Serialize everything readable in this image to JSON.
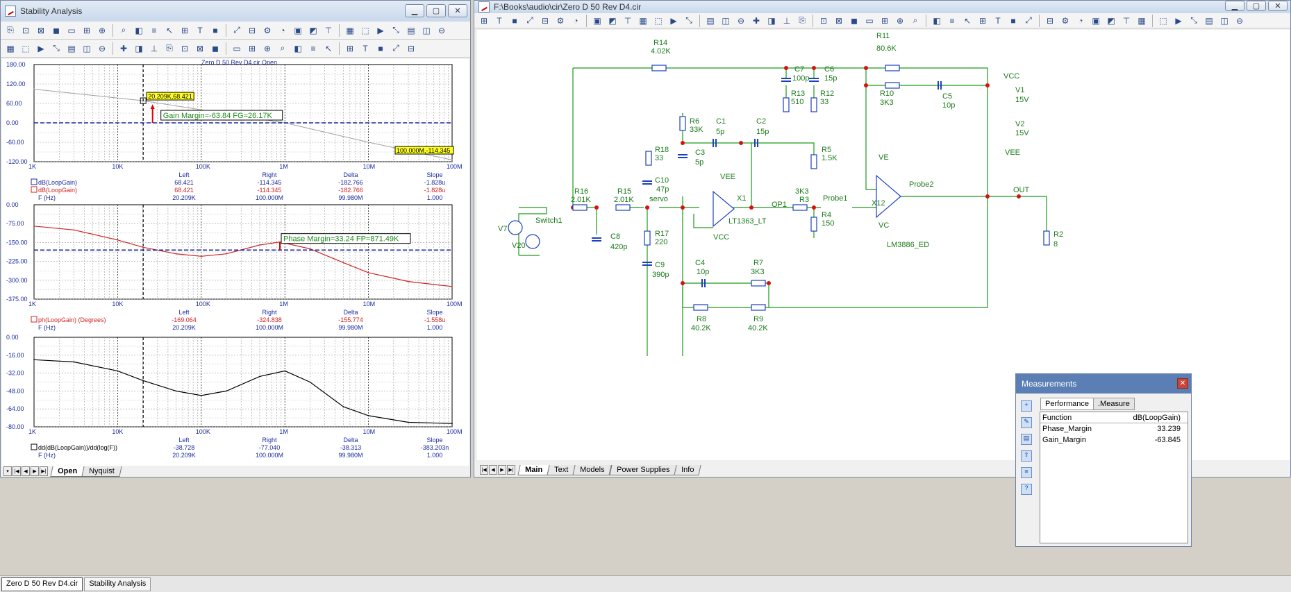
{
  "left_window": {
    "title": "Stability Analysis",
    "plot_title": "Zero D 50 Rev D4.cir Open",
    "tabs": [
      "Open",
      "Nyquist"
    ],
    "x_ticks": [
      "1K",
      "10K",
      "100K",
      "1M",
      "10M",
      "100M"
    ],
    "plot1": {
      "y_ticks": [
        "180.00",
        "120.00",
        "60.00",
        "0.00",
        "-60.00",
        "-120.00"
      ],
      "cursor_label": "20.209K,68.421",
      "end_label": "100.000M,-114.345",
      "annotation": "Gain Margin=-63.84 FG=26.17K",
      "legend": [
        "dB(LoopGain)",
        "dB(LoopGain)",
        "F (Hz)"
      ],
      "cols": [
        "Left",
        "Right",
        "Delta",
        "Slope"
      ],
      "rows": [
        [
          "68.421",
          "-114.345",
          "-182.766",
          "-1.828u"
        ],
        [
          "68.421",
          "-114.345",
          "-182.766",
          "-1.828u"
        ],
        [
          "20.209K",
          "100.000M",
          "99.980M",
          "1.000"
        ]
      ]
    },
    "plot2": {
      "y_ticks": [
        "0.00",
        "-75.00",
        "-150.00",
        "-225.00",
        "-300.00",
        "-375.00"
      ],
      "annotation": "Phase Margin=33.24 FP=871.49K",
      "legend": [
        "ph(LoopGain) (Degrees)",
        "F (Hz)"
      ],
      "cols": [
        "Left",
        "Right",
        "Delta",
        "Slope"
      ],
      "rows": [
        [
          "-169.064",
          "-324.838",
          "-155.774",
          "-1.558u"
        ],
        [
          "20.209K",
          "100.000M",
          "99.980M",
          "1.000"
        ]
      ]
    },
    "plot3": {
      "y_ticks": [
        "0.00",
        "-16.00",
        "-32.00",
        "-48.00",
        "-64.00",
        "-80.00"
      ],
      "legend": [
        "dd(dB(LoopGain))/dd(log(F))",
        "F (Hz)"
      ],
      "cols": [
        "Left",
        "Right",
        "Delta",
        "Slope"
      ],
      "rows": [
        [
          "-38.728",
          "-77.040",
          "-38.313",
          "-383.203n"
        ],
        [
          "20.209K",
          "100.000M",
          "99.980M",
          "1.000"
        ]
      ]
    }
  },
  "right_window": {
    "title": "F:\\Books\\audio\\cir\\Zero D 50 Rev D4.cir",
    "tabs": [
      "Main",
      "Text",
      "Models",
      "Power Supplies",
      "Info"
    ],
    "labels": {
      "R14": "R14",
      "R14v": "4.02K",
      "R11": "R11",
      "R11v": "80.6K",
      "C7": "C7",
      "C7v": "100p",
      "C6": "C6",
      "C6v": "15p",
      "R13": "R13",
      "R13v": "510",
      "R12": "R12",
      "R12v": "33",
      "R10": "R10",
      "R10v": "3K3",
      "C5": "C5",
      "C5v": "10p",
      "VCC": "VCC",
      "V1": "V1",
      "V1v": "15V",
      "V2": "V2",
      "V2v": "15V",
      "VEE": "VEE",
      "R6": "R6",
      "R6v": "33K",
      "C1": "C1",
      "C1v": "5p",
      "C2": "C2",
      "C2v": "15p",
      "C3": "C3",
      "C3v": "5p",
      "R18": "R18",
      "R18v": "33",
      "R5": "R5",
      "R5v": "1.5K",
      "VE": "VE",
      "R16": "R16",
      "R16v": "2.01K",
      "R15": "R15",
      "R15v": "2.01K",
      "C10": "C10",
      "C10v": "47p",
      "servo": "servo",
      "X1": "X1",
      "OP1": "OP1",
      "R3": "R3",
      "R3v": "3K3",
      "Probe1": "Probe1",
      "X12": "X12",
      "Probe2": "Probe2",
      "OUT": "OUT",
      "V7": "V7",
      "Switch1": "Switch1",
      "V20": "V20",
      "C8": "C8",
      "C8v": "420p",
      "R17": "R17",
      "R17v": "220",
      "LT1363": "LT1363_LT",
      "R4": "R4",
      "R4v": "150",
      "VC": "VC",
      "LM3886": "LM3886_ED",
      "R2": "R2",
      "R2v": "8",
      "C9": "C9",
      "C9v": "390p",
      "C4": "C4",
      "C4v": "10p",
      "R7": "R7",
      "R7v": "3K3",
      "R8": "R8",
      "R8v": "40.2K",
      "R9": "R9",
      "R9v": "40.2K",
      "VEE_op": "VEE",
      "VCC_op": "VCC"
    }
  },
  "measurements": {
    "title": "Measurements",
    "tabs": [
      "Performance",
      ".Measure"
    ],
    "head": [
      "Function",
      "dB(LoopGain)"
    ],
    "rows": [
      [
        "Phase_Margin",
        "33.239"
      ],
      [
        "Gain_Margin",
        "-63.845"
      ]
    ]
  },
  "taskbar": [
    "Zero D 50 Rev D4.cir",
    "Stability Analysis"
  ],
  "chart_data": [
    {
      "type": "line",
      "title": "Zero D 50 Rev D4.cir Open",
      "xlabel": "",
      "ylabel": "",
      "xscale": "log",
      "xlim": [
        1000,
        100000000
      ],
      "ylim": [
        -120,
        180
      ],
      "x": [
        1000,
        20209,
        100000,
        1000000,
        10000000,
        100000000
      ],
      "series": [
        {
          "name": "dB(LoopGain)",
          "values": [
            104,
            68.421,
            40,
            0,
            -60,
            -114.345
          ]
        }
      ]
    },
    {
      "type": "line",
      "xscale": "log",
      "xlim": [
        1000,
        100000000
      ],
      "ylim": [
        -375,
        0
      ],
      "x": [
        1000,
        3000,
        10000,
        20209,
        50000,
        100000,
        200000,
        500000,
        871490,
        2000000,
        5000000,
        10000000,
        30000000,
        100000000
      ],
      "series": [
        {
          "name": "ph(LoopGain) (Degrees)",
          "values": [
            -85,
            -100,
            -140,
            -169.064,
            -195,
            -205,
            -195,
            -160,
            -148,
            -175,
            -230,
            -270,
            -305,
            -324.838
          ]
        }
      ]
    },
    {
      "type": "line",
      "xscale": "log",
      "xlim": [
        1000,
        100000000
      ],
      "ylim": [
        -80,
        0
      ],
      "x": [
        1000,
        3000,
        10000,
        20209,
        50000,
        100000,
        200000,
        500000,
        1000000,
        2000000,
        5000000,
        10000000,
        30000000,
        100000000
      ],
      "series": [
        {
          "name": "dd(dB(LoopGain))/dd(log(F))",
          "values": [
            -20,
            -22,
            -30,
            -38.728,
            -48,
            -52,
            -48,
            -35,
            -30,
            -40,
            -62,
            -70,
            -76,
            -77.04
          ]
        }
      ]
    }
  ]
}
